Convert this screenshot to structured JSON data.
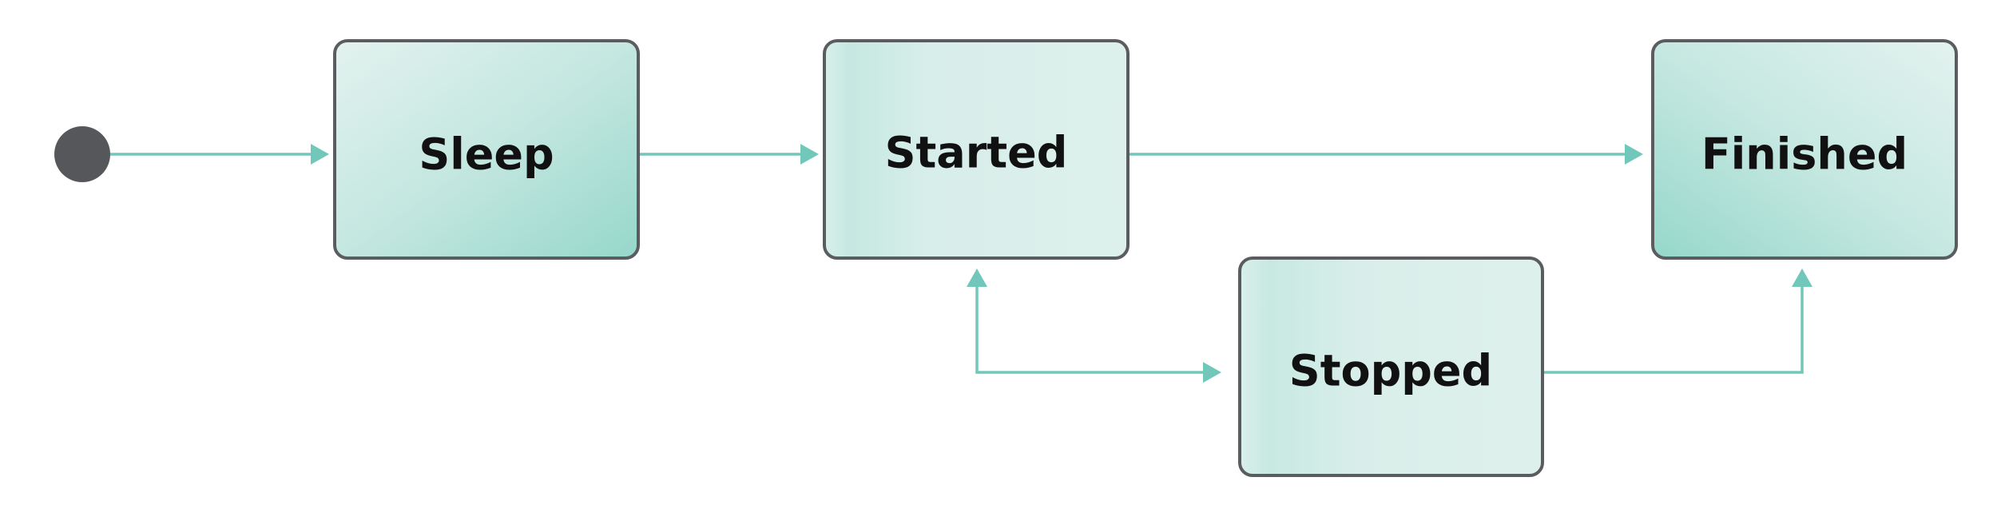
{
  "diagram": {
    "type": "state-machine",
    "states": {
      "sleep": "Sleep",
      "started": "Started",
      "stopped": "Stopped",
      "finished": "Finished"
    },
    "colors": {
      "border": "#5a5c60",
      "initial_node": "#56575b",
      "arrow_head": "#72c7bb",
      "fill_light": "#e3f2ef",
      "fill_mid": "#d2ece7",
      "fill_dark": "#9dd9cd",
      "label": "#111111"
    },
    "transitions": [
      {
        "from": "initial",
        "to": "Sleep"
      },
      {
        "from": "Sleep",
        "to": "Started"
      },
      {
        "from": "Started",
        "to": "Finished"
      },
      {
        "from": "Started",
        "to": "Stopped"
      },
      {
        "from": "Stopped",
        "to": "Started"
      },
      {
        "from": "Stopped",
        "to": "Finished"
      }
    ]
  }
}
